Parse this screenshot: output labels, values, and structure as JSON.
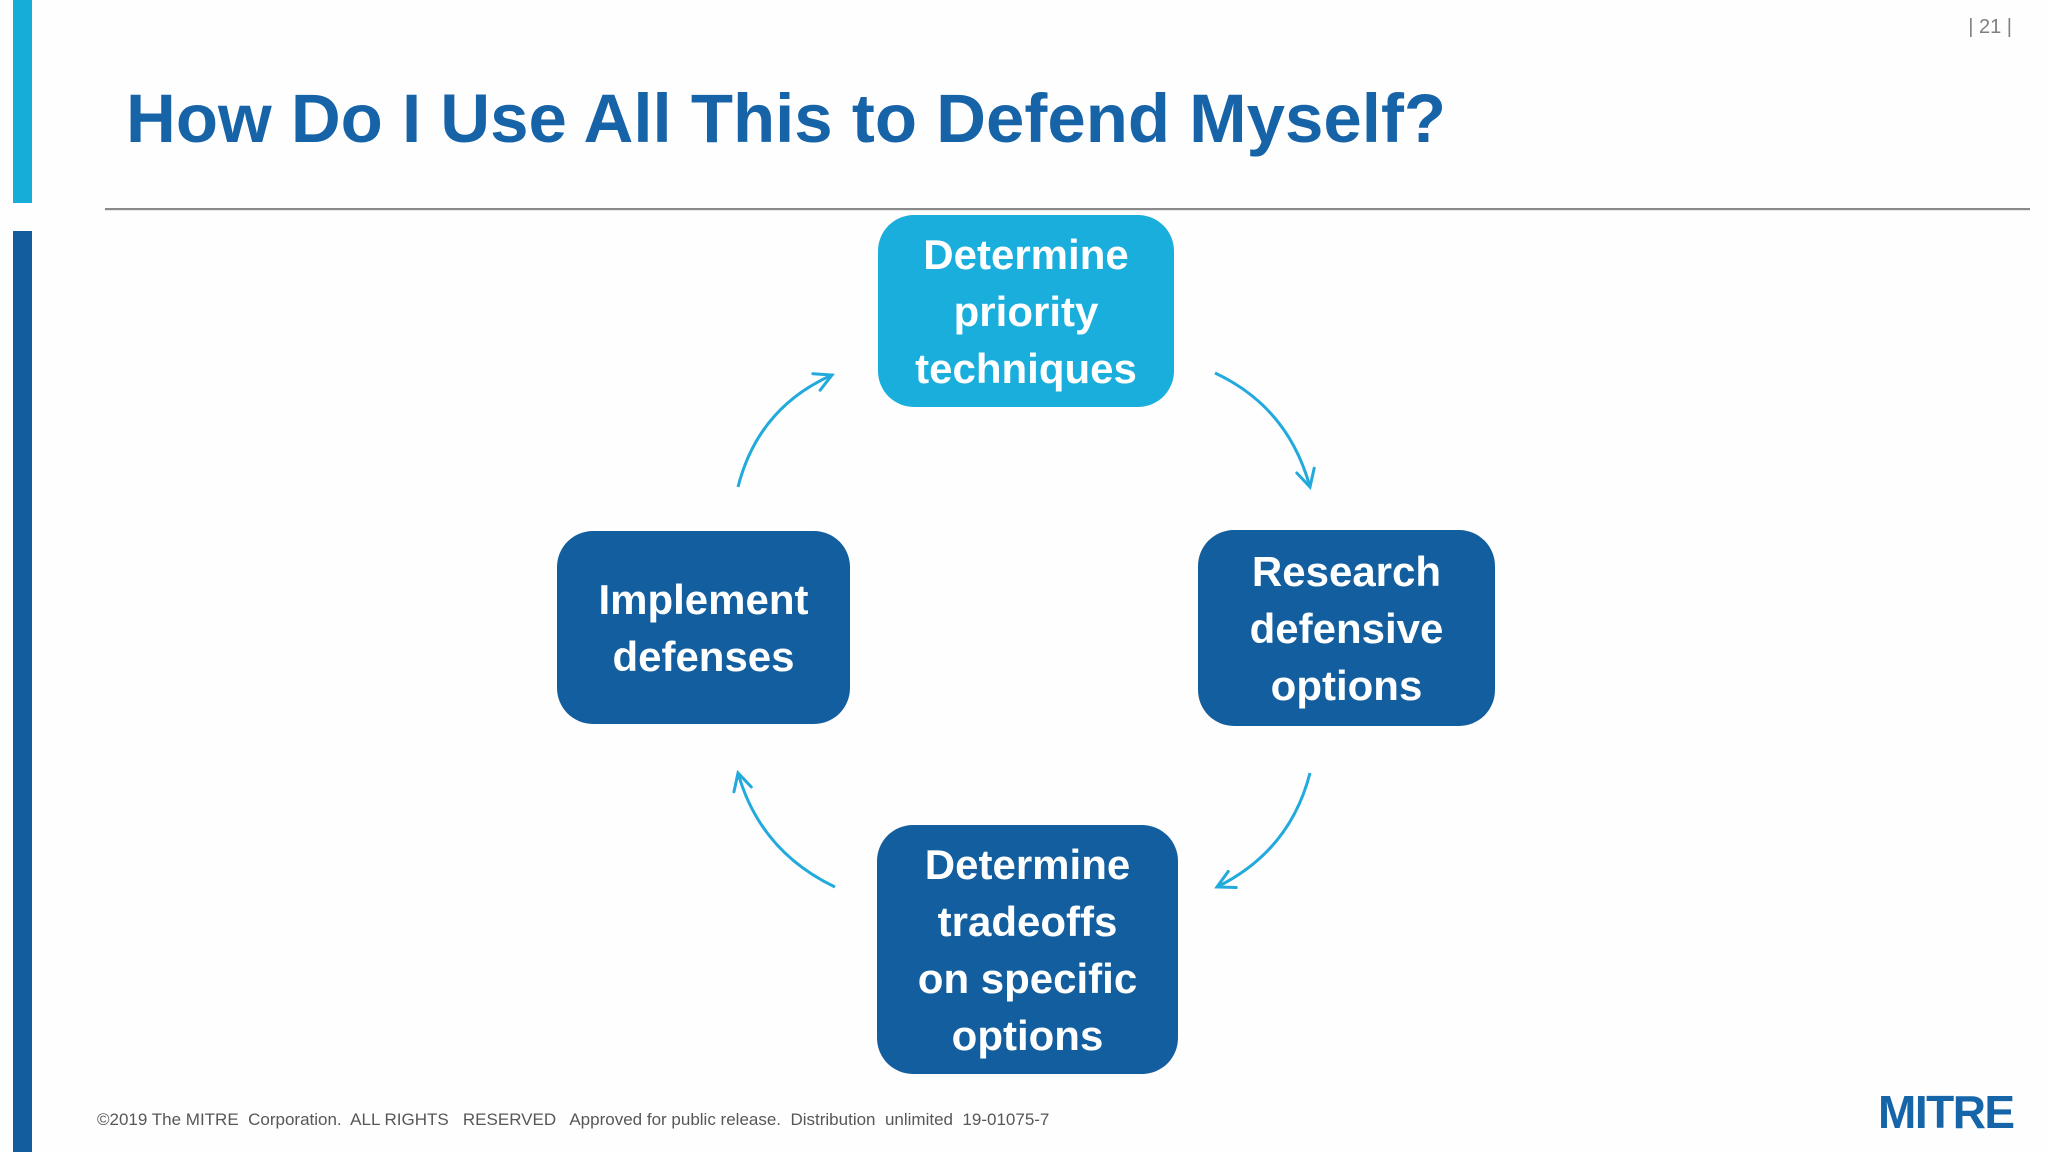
{
  "page": {
    "number": "| 21 |",
    "title": "How Do I Use All This to Defend Myself?",
    "footer": "©2019 The MITRE  Corporation.  ALL RIGHTS   RESERVED   Approved for public release.  Distribution  unlimited  19-01075-7",
    "logo_text": "MITRE"
  },
  "colors": {
    "accent_cyan": "#1AAEDC",
    "dark_blue": "#135E9E",
    "title_blue": "#1763A8",
    "arrow_cyan": "#22AADC",
    "left_bar_cyan": "#16ADD8",
    "left_bar_dark": "#135C9E",
    "footer_gray": "#575757",
    "divider_gray": "#8A8A8A",
    "page_number_gray": "#7F7F7F"
  },
  "diagram": {
    "type": "cycle",
    "nodes": [
      {
        "id": "determine-priority-techniques",
        "label": "Determine\npriority\ntechniques",
        "variant": "cyan"
      },
      {
        "id": "research-defensive-options",
        "label": "Research\ndefensive\noptions",
        "variant": "dark"
      },
      {
        "id": "determine-tradeoffs-on-specific-options",
        "label": "Determine\ntradeoffs\non specific\noptions",
        "variant": "dark"
      },
      {
        "id": "implement-defenses",
        "label": "Implement\ndefenses",
        "variant": "dark"
      }
    ],
    "arrows": [
      {
        "from": "determine-priority-techniques",
        "to": "research-defensive-options"
      },
      {
        "from": "research-defensive-options",
        "to": "determine-tradeoffs-on-specific-options"
      },
      {
        "from": "determine-tradeoffs-on-specific-options",
        "to": "implement-defenses"
      },
      {
        "from": "implement-defenses",
        "to": "determine-priority-techniques"
      }
    ]
  }
}
